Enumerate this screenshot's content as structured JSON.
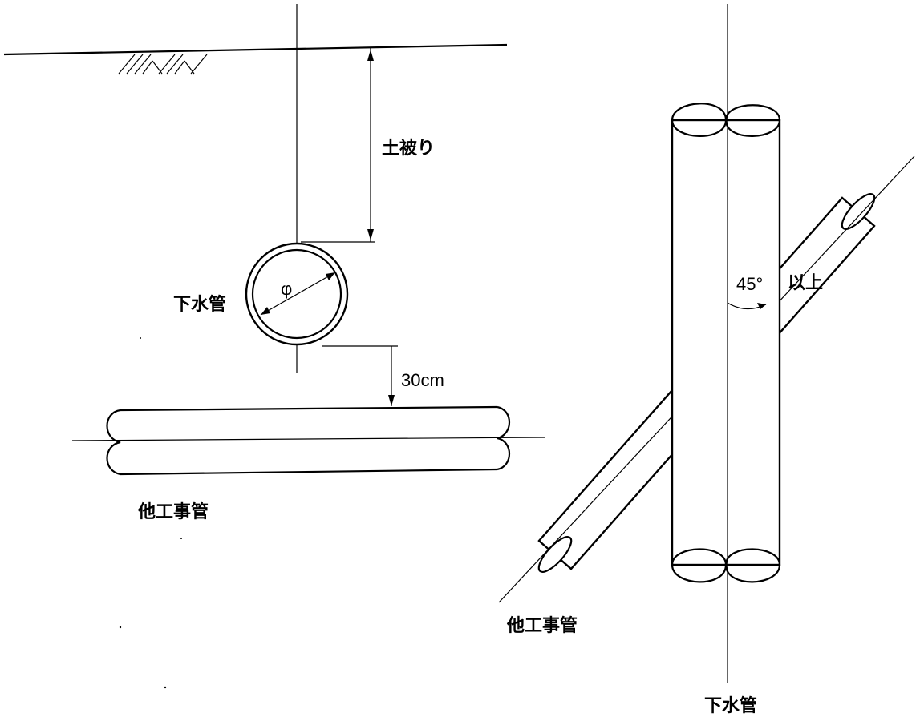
{
  "labels": {
    "cover": "土被り",
    "sewer_left": "下水管",
    "diameter_symbol": "φ",
    "clearance": "30cm",
    "other_pipe_left": "他工事管",
    "angle": "45°",
    "angle_suffix": "以上",
    "other_pipe_right": "他工事管",
    "sewer_right": "下水管"
  }
}
